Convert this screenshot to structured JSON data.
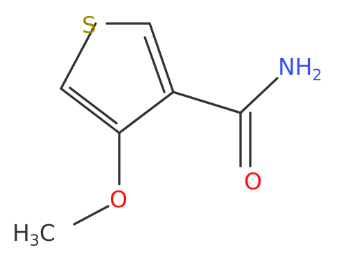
{
  "molecule": {
    "atoms": {
      "sulfur": "S",
      "amide_nitrogen": "NH",
      "amide_nitrogen_subscript": "2",
      "carbonyl_oxygen": "O",
      "ether_oxygen": "O",
      "methyl_prefix": "H",
      "methyl_subscript": "3",
      "methyl_suffix": "C"
    },
    "colors": {
      "bond": "#333333",
      "sulfur": "#9a8a00",
      "nitrogen": "#3050f8",
      "oxygen": "#ff0d0d",
      "carbon": "#333333"
    }
  }
}
